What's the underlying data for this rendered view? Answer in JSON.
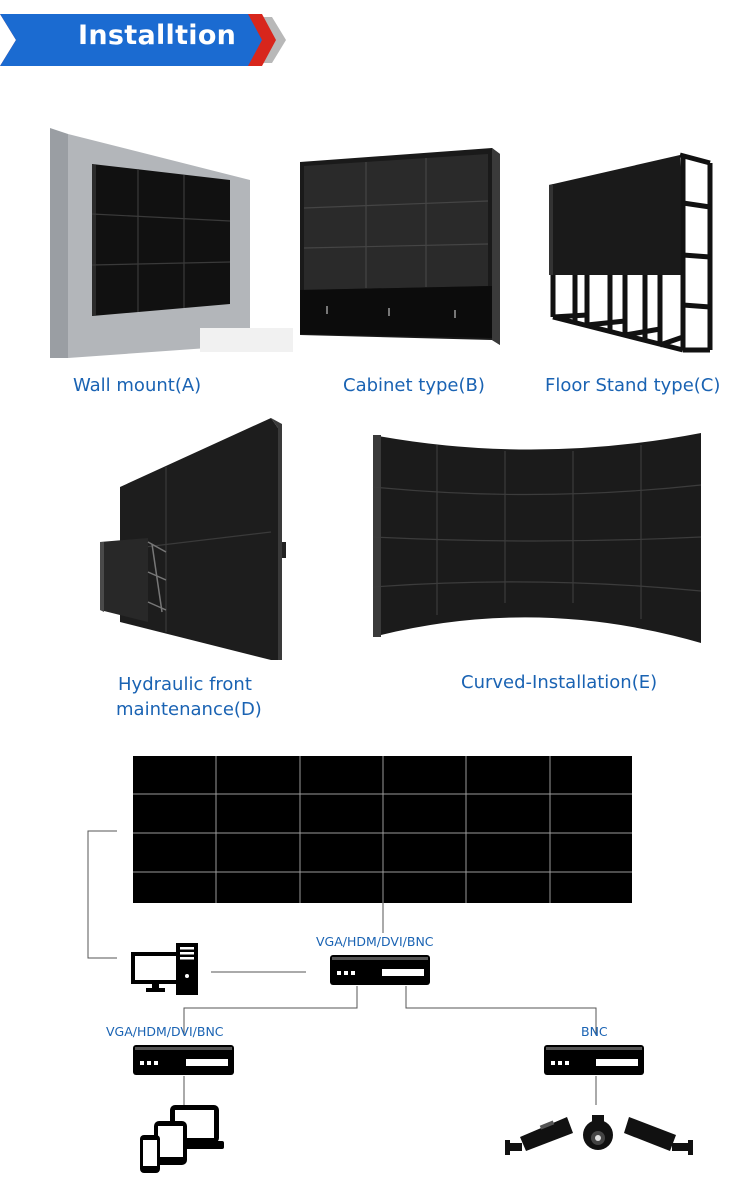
{
  "header": {
    "title": "Installtion"
  },
  "installations": [
    {
      "label": "Wall mount(A)"
    },
    {
      "label": "Cabinet type(B)"
    },
    {
      "label": "Floor Stand type(C)"
    },
    {
      "label": "Hydraulic front",
      "label_line2": "maintenance(D)"
    },
    {
      "label": "Curved-Installation(E)"
    }
  ],
  "diagram": {
    "main_controller_label": "VGA/HDM/DVI/BNC",
    "left_controller_label": "VGA/HDM/DVI/BNC",
    "right_controller_label": "BNC"
  },
  "colors": {
    "banner_blue": "#1b6bd1",
    "banner_red": "#d8261c",
    "caption_blue": "#1a63b3"
  },
  "icons": [
    "computer-icon",
    "tablet-laptop-phone-icon",
    "security-camera-icon"
  ]
}
